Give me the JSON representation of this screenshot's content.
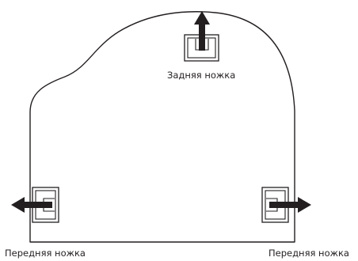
{
  "diagram": {
    "labels": {
      "rear_leg": "Задняя ножка",
      "front_leg_left": "Передняя ножка",
      "front_leg_right": "Передняя ножка"
    },
    "icons": {
      "outline": "piano-body-outline",
      "leg": "leg-caster-icon",
      "arrow": "direction-arrow-icon"
    },
    "colors": {
      "line": "#231f20",
      "background": "#ffffff"
    }
  }
}
